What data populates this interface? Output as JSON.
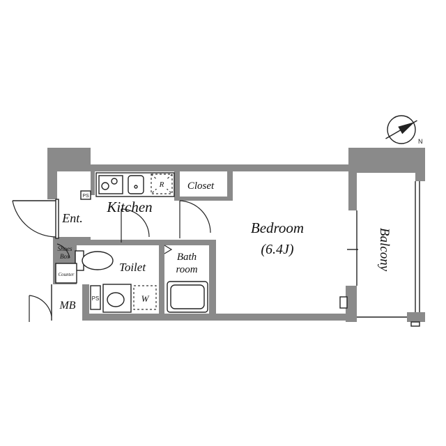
{
  "rooms": {
    "kitchen": "Kitchen",
    "entrance": "Ent.",
    "closet": "Closet",
    "bedroom": "Bedroom",
    "bedroom_size": "(6.4J)",
    "toilet": "Toilet",
    "bath_line1": "Bath",
    "bath_line2": "room",
    "balcony": "Balcony",
    "shoes_line1": "Shoes",
    "shoes_line2": "Box",
    "counter": "Counter",
    "mb": "MB",
    "ps_kitchen": "PS",
    "ps_toilet": "PS",
    "refrigerator": "R",
    "washer": "W"
  },
  "compass": {
    "north_label": "N"
  },
  "colors": {
    "wall": "#8a8a8a",
    "line": "#222222",
    "background": "#ffffff"
  }
}
